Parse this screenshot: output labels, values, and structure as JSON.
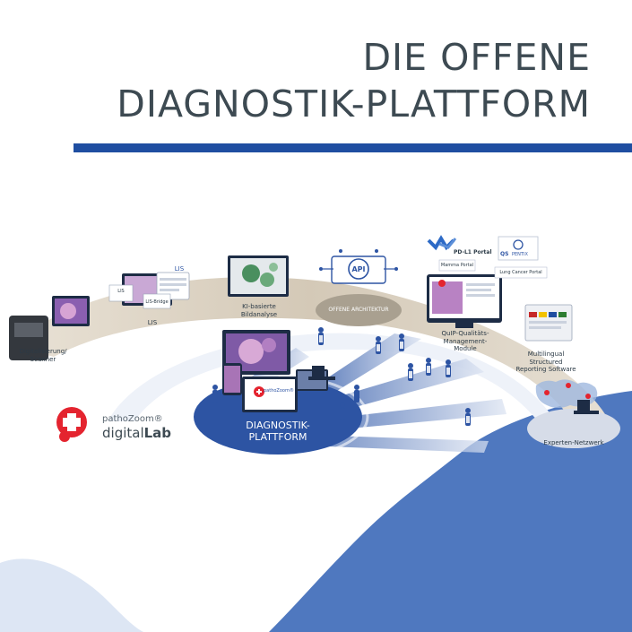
{
  "header": {
    "title_line1": "DIE OFFENE",
    "title_line2": "DIAGNOSTIK-PLATTFORM"
  },
  "colors": {
    "title": "#3d4a52",
    "rule": "#1f4ea1",
    "bottom_wave": "#4f78bf",
    "hub": "#2d54a3",
    "arc": "#d9cfbf"
  },
  "brand": {
    "line1": "pathoZoom®",
    "line2_a": "digital",
    "line2_b": "Lab"
  },
  "hub": {
    "line1": "DIAGNOSTIK-",
    "line2": "PLATTFORM",
    "screen_brand": "pathoZoom®"
  },
  "nodes": {
    "scanner": [
      "Digitalisierung/",
      "Scanner"
    ],
    "lis": "LIS",
    "lis_tag": "LIS",
    "lis_card1": "LIS",
    "lis_card2": "LIS-Bridge",
    "ki": [
      "KI-basierte",
      "Bildanalyse"
    ],
    "api": "API",
    "architecture": "OFFENE ARCHITEKTUR",
    "quip": [
      "QuIP-Qualitäts-",
      "Management-",
      "Module"
    ],
    "reporting": [
      "Multilingual",
      "Structured",
      "Reporting Software"
    ],
    "experts": "Experten-Netzwerk"
  },
  "portals": {
    "pdl1": "PD-L1 Portal",
    "qs_brand": "QS",
    "qs_name": "PENTIX",
    "mamma": "Mamma Portal",
    "lung": "Lung Cancer Portal"
  }
}
